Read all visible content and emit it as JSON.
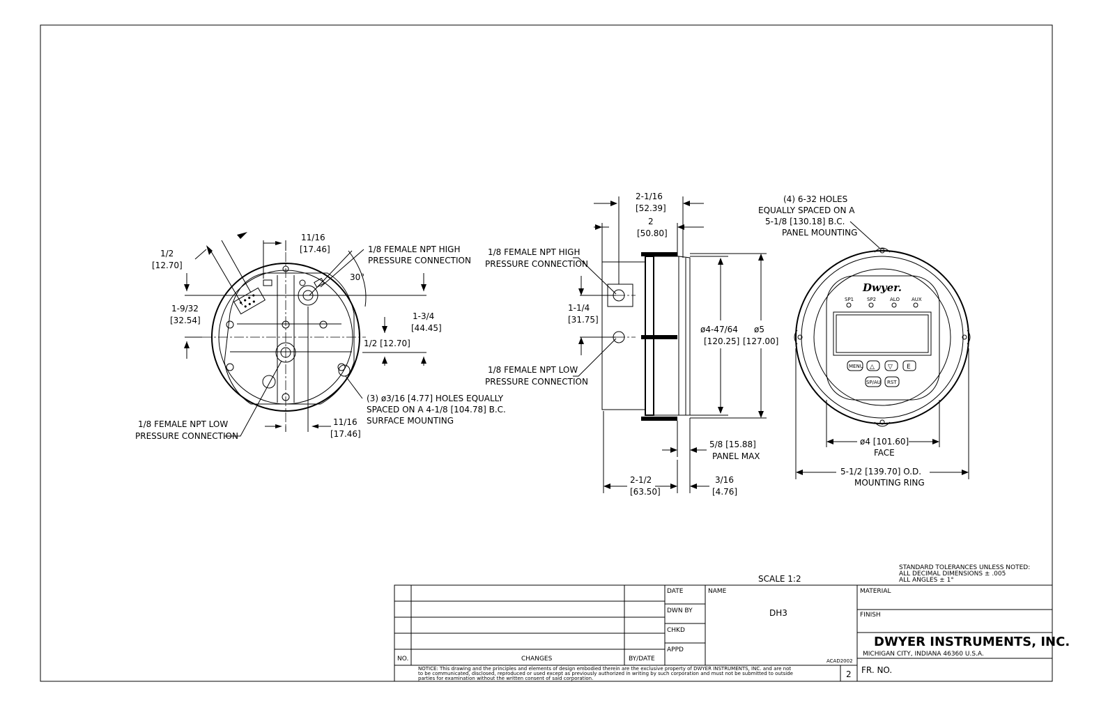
{
  "left_view": {
    "dim_half": "1/2",
    "dim_half_mm": "[12.70]",
    "dim_11_16_top": "11/16",
    "dim_11_16_top_mm": "[17.46]",
    "high_conn_1": "1/8 FEMALE NPT HIGH",
    "high_conn_2": "PRESSURE CONNECTION",
    "angle": "30°",
    "dim_1_9_32": "1-9/32",
    "dim_1_9_32_mm": "[32.54]",
    "dim_1_3_4": "1-3/4",
    "dim_1_3_4_mm": "[44.45]",
    "dim_half_inline": "1/2 [12.70]",
    "holes_1": "(3) ø3/16 [4.77] HOLES EQUALLY",
    "holes_2": "SPACED ON A 4-1/8 [104.78] B.C.",
    "holes_3": "SURFACE MOUNTING",
    "low_conn_1": "1/8 FEMALE NPT LOW",
    "low_conn_2": "PRESSURE CONNECTION",
    "dim_11_16_bot": "11/16",
    "dim_11_16_bot_mm": "[17.46]"
  },
  "side_view": {
    "dim_2_1_16": "2-1/16",
    "dim_2_1_16_mm": "[52.39]",
    "dim_2": "2",
    "dim_2_mm": "[50.80]",
    "high_conn_1": "1/8 FEMALE NPT HIGH",
    "high_conn_2": "PRESSURE CONNECTION",
    "dim_1_1_4": "1-1/4",
    "dim_1_1_4_mm": "[31.75]",
    "low_conn_1": "1/8 FEMALE NPT LOW",
    "low_conn_2": "PRESSURE CONNECTION",
    "dim_dia_4_47_64": "ø4-47/64",
    "dim_dia_4_47_64_mm": "[120.25]",
    "dim_dia_5": "ø5",
    "dim_dia_5_mm": "[127.00]",
    "dim_5_8": "5/8 [15.88]",
    "panel_max": "PANEL MAX",
    "dim_2_1_2": "2-1/2",
    "dim_2_1_2_mm": "[63.50]",
    "dim_3_16": "3/16",
    "dim_3_16_mm": "[4.76]"
  },
  "front_view": {
    "holes_1": "(4) 6-32 HOLES",
    "holes_2": "EQUALLY SPACED ON A",
    "holes_3": "5-1/8 [130.18] B.C.",
    "holes_4": "PANEL MOUNTING",
    "brand": "Dwyer.",
    "led_labels": [
      "SP1",
      "SP2",
      "ALO",
      "AUX"
    ],
    "btn_row1": [
      "MENU",
      "△",
      "▽",
      "E"
    ],
    "btn_row2": [
      "SP/AU",
      "RST"
    ],
    "face_dim": "ø4 [101.60]",
    "face_label": "FACE",
    "ring_dim": "5-1/2 [139.70] O.D.",
    "ring_label": "MOUNTING RING"
  },
  "tolerances": {
    "line1": "STANDARD TOLERANCES UNLESS NOTED:",
    "line2": "ALL DECIMAL DIMENSIONS  ± .005",
    "line3": "ALL ANGLES ± 1°"
  },
  "title_block": {
    "scale": "SCALE  1:2",
    "no": "NO.",
    "changes": "CHANGES",
    "by_date": "BY/DATE",
    "date": "DATE",
    "dwn_by": "DWN BY",
    "chkd": "CHKD",
    "appd": "APPD",
    "name_label": "NAME",
    "name_value": "DH3",
    "acad": "ACAD2002",
    "material": "MATERIAL",
    "finish": "FINISH",
    "company": "DWYER INSTRUMENTS, INC.",
    "address": "MICHIGAN  CITY,  INDIANA  46360    U.S.A.",
    "sheet": "2",
    "fr_no": "FR.  NO.",
    "notice_1": "NOTICE: This drawing and the principles and elements of design embodied therein are the exclusive property of DWYER INSTRUMENTS, INC. and are not",
    "notice_2": "to be communicated, disclosed, reproduced or used except as previously authorized in writing by such corporation and must not be submitted to outside",
    "notice_3": "parties for examination without the written consent of said corporation."
  }
}
